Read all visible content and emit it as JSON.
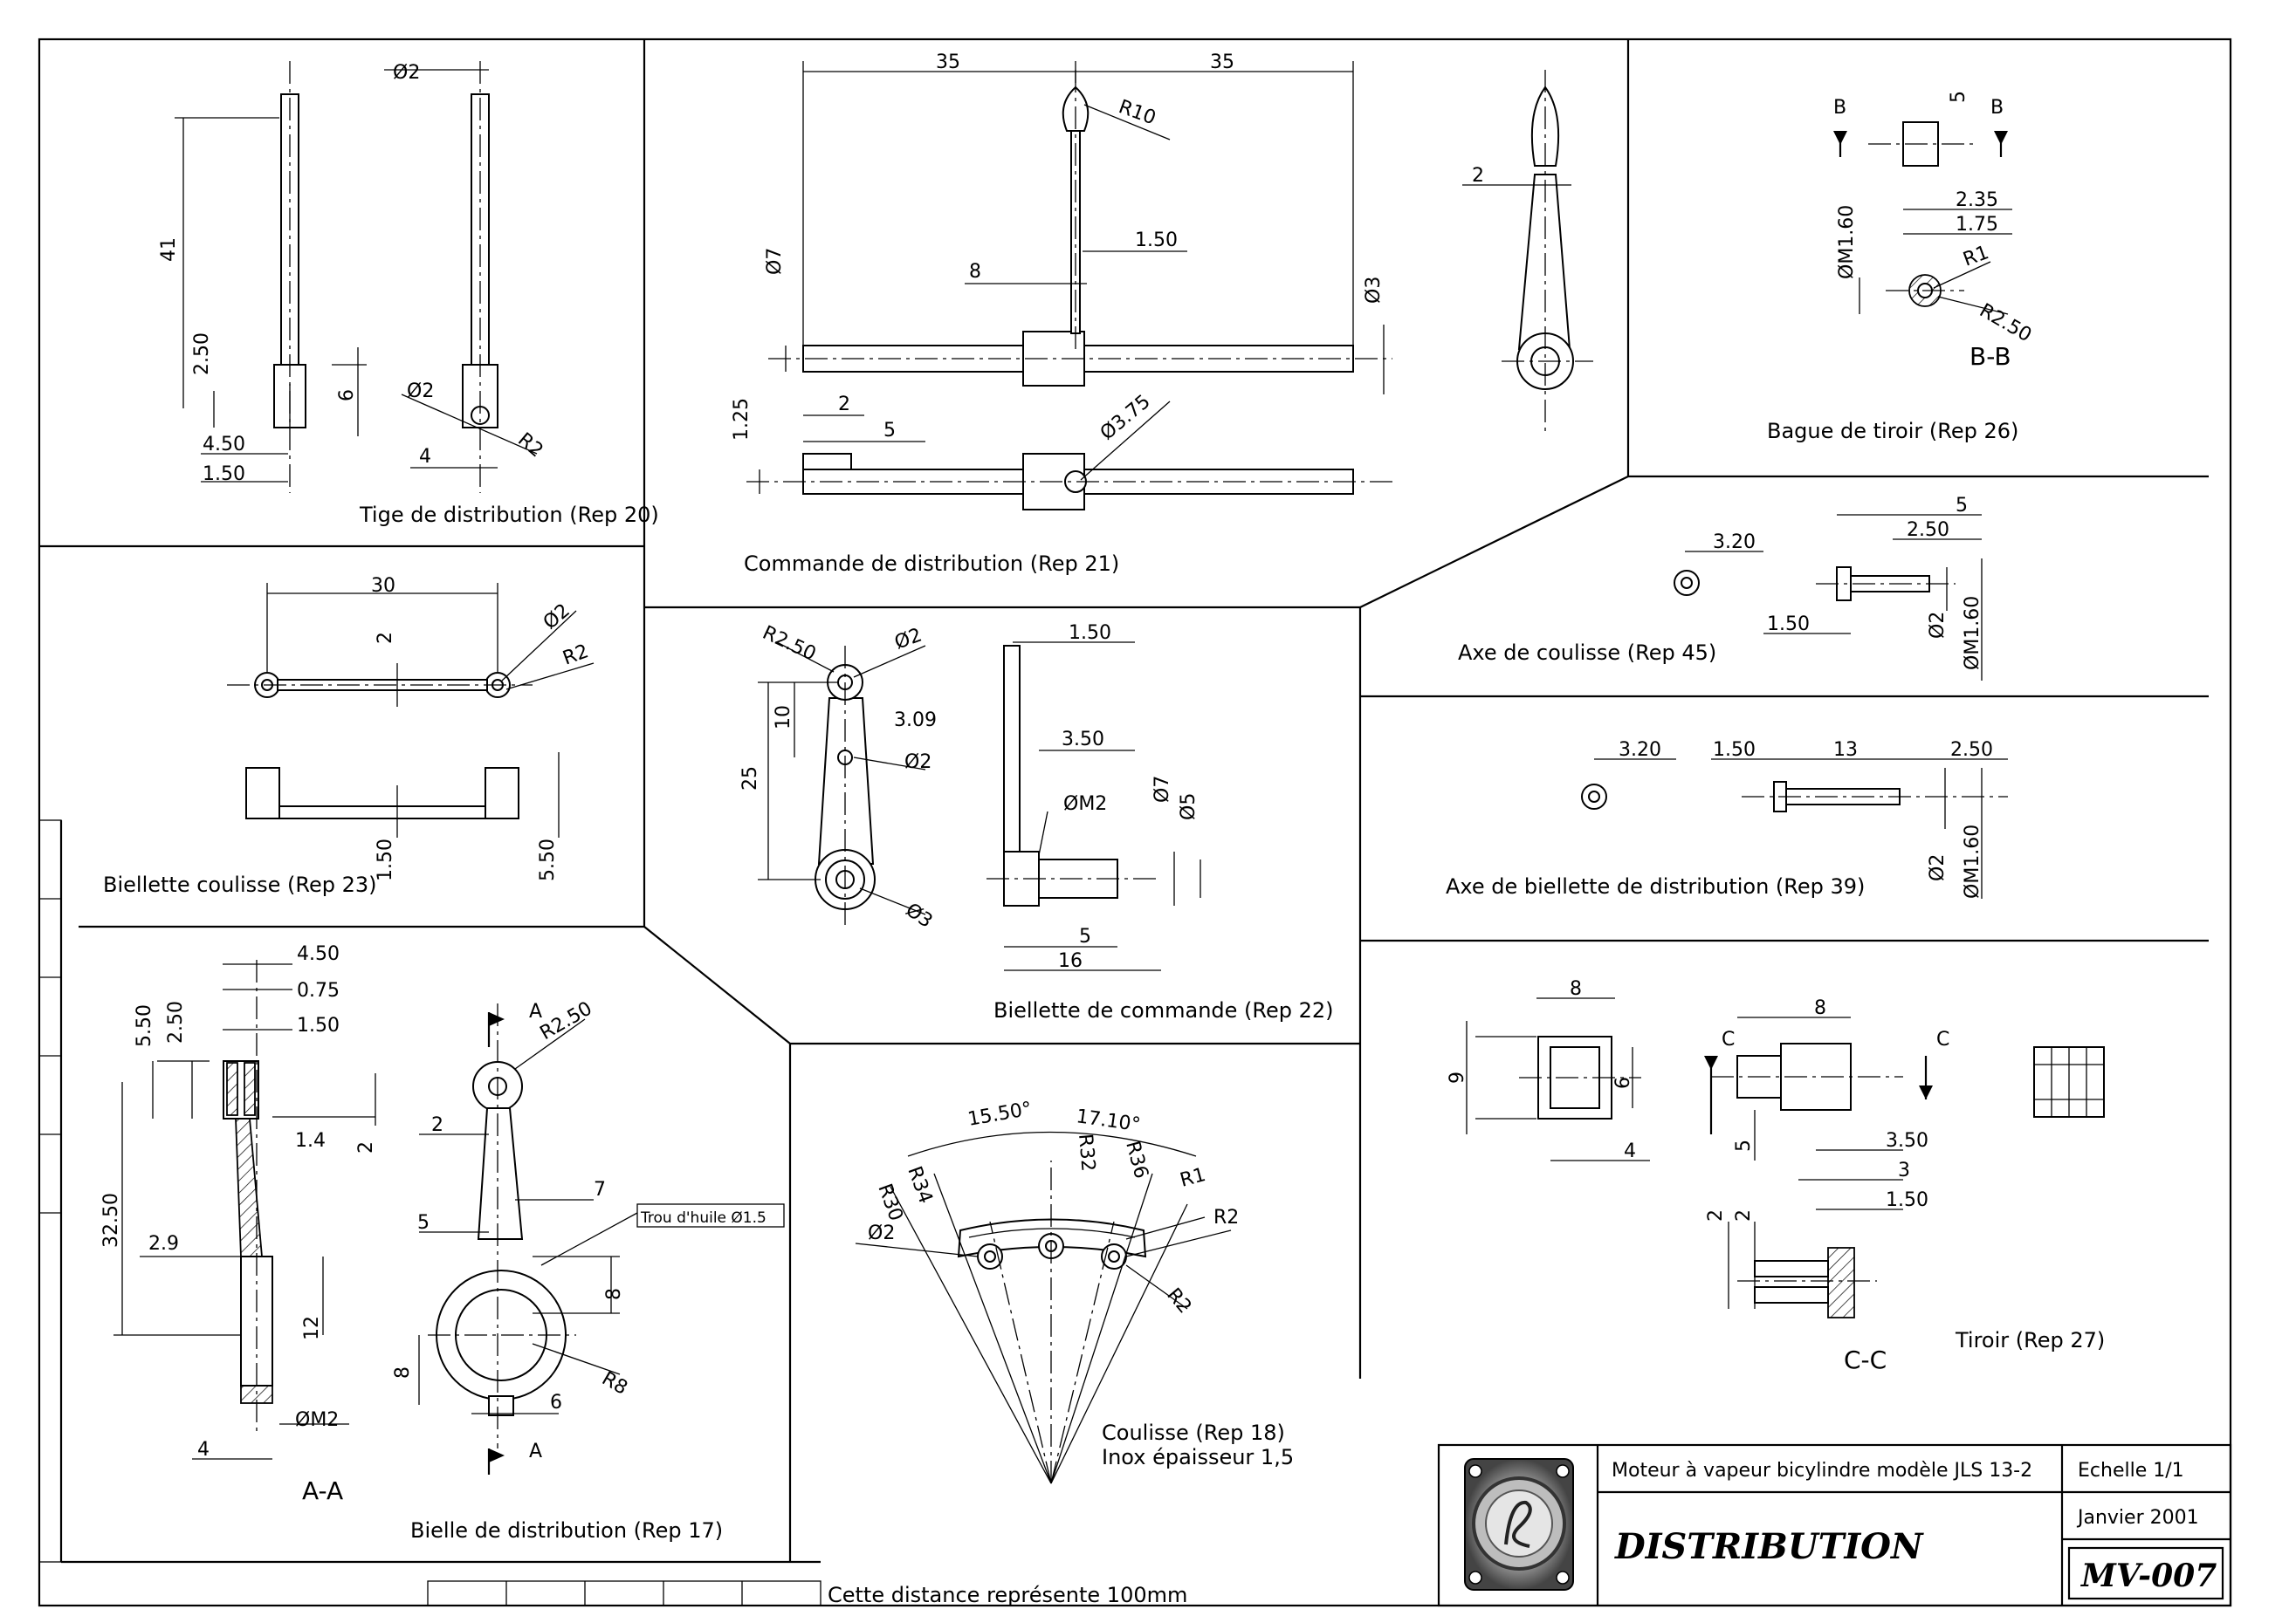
{
  "title_block": {
    "project": "Moteur à vapeur bicylindre modèle JLS 13-2",
    "title": "DISTRIBUTION",
    "scale": "Echelle 1/1",
    "date": "Janvier 2001",
    "code": "MV-007"
  },
  "scale_note": "Cette distance représente 100mm",
  "views": {
    "rep20": {
      "caption": "Tige de distribution (Rep 20)",
      "dims": {
        "phi2_top": "Ø2",
        "h41": "41",
        "h250": "2.50",
        "h6": "6",
        "phi2": "Ø2",
        "r2": "R2",
        "w450": "4.50",
        "w150": "1.50",
        "w4": "4"
      }
    },
    "rep21": {
      "caption": "Commande de distribution (Rep 21)",
      "dims": {
        "w35a": "35",
        "w35b": "35",
        "r10": "R10",
        "phi7": "Ø7",
        "w8": "8",
        "w150": "1.50",
        "phi3": "Ø3",
        "h125": "1.25",
        "w2": "2",
        "w5": "5",
        "phi375": "Ø3.75",
        "side2": "2"
      }
    },
    "rep26": {
      "caption": "Bague de tiroir (Rep 26)",
      "section": "B-B",
      "dims": {
        "b1": "B",
        "b2": "B",
        "w5": "5",
        "phim160": "ØM1.60",
        "w235": "2.35",
        "w175": "1.75",
        "r1": "R1",
        "r250": "R2.50"
      }
    },
    "rep23": {
      "caption": "Biellette coulisse (Rep 23)",
      "dims": {
        "w30": "30",
        "phi2": "Ø2",
        "r2": "R2",
        "h2": "2",
        "h150": "1.50",
        "h550": "5.50"
      }
    },
    "rep22": {
      "caption": "Biellette de commande (Rep 22)",
      "dims": {
        "r250": "R2.50",
        "phi2a": "Ø2",
        "h10": "10",
        "w309": "3.09",
        "phi2b": "Ø2",
        "h25": "25",
        "phi3": "Ø3",
        "w150": "1.50",
        "w350": "3.50",
        "phim2": "ØM2",
        "phi7": "Ø7",
        "phi5": "Ø5",
        "w5": "5",
        "w16": "16"
      }
    },
    "rep45": {
      "caption": "Axe de coulisse (Rep 45)",
      "dims": {
        "w320": "3.20",
        "w5": "5",
        "w250": "2.50",
        "w150": "1.50",
        "phi2": "Ø2",
        "phim160": "ØM1.60"
      }
    },
    "rep39": {
      "caption": "Axe de biellette de distribution (Rep 39)",
      "dims": {
        "w320": "3.20",
        "w150": "1.50",
        "w13": "13",
        "w250": "2.50",
        "phi2": "Ø2",
        "phim160": "ØM1.60"
      }
    },
    "rep17": {
      "caption": "Bielle de distribution (Rep 17)",
      "section": "A-A",
      "note": "Trou d'huile Ø1.5",
      "dims": {
        "w450": "4.50",
        "w075": "0.75",
        "w150": "1.50",
        "h550": "5.50",
        "h250": "2.50",
        "w14": "1.4",
        "h2": "2",
        "h3250": "32.50",
        "w29": "2.9",
        "h12": "12",
        "phim2": "ØM2",
        "w4": "4",
        "a1": "A",
        "a2": "A",
        "r250": "R2.50",
        "side2": "2",
        "w7": "7",
        "w5": "5",
        "h8a": "8",
        "r8": "R8",
        "h8b": "8",
        "w6": "6"
      }
    },
    "rep18": {
      "caption": "Coulisse (Rep 18)",
      "caption2": "Inox épaisseur 1,5",
      "dims": {
        "a1550": "15.50°",
        "a1710": "17.10°",
        "r30": "R30",
        "r34": "R34",
        "r32": "R32",
        "r36": "R36",
        "r1": "R1",
        "r2a": "R2",
        "r2b": "R2",
        "phi2": "Ø2"
      }
    },
    "rep27": {
      "caption": "Tiroir (Rep 27)",
      "section": "C-C",
      "dims": {
        "w8a": "8",
        "h9": "9",
        "h6": "6",
        "w4": "4",
        "c1": "C",
        "c2": "C",
        "w8b": "8",
        "h5": "5",
        "w350": "3.50",
        "w3": "3",
        "w150": "1.50",
        "h2a": "2",
        "h2b": "2"
      }
    }
  }
}
